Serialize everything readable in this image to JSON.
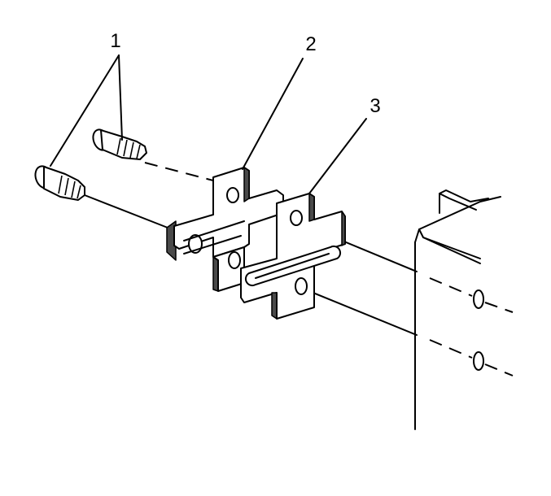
{
  "diagram": {
    "callouts": [
      {
        "id": "screws",
        "label": "1"
      },
      {
        "id": "spacer-front",
        "label": "2"
      },
      {
        "id": "spacer-rear",
        "label": "3"
      }
    ],
    "colors": {
      "line": "#000000",
      "background": "#ffffff",
      "shading": "#4a4a4a"
    }
  }
}
